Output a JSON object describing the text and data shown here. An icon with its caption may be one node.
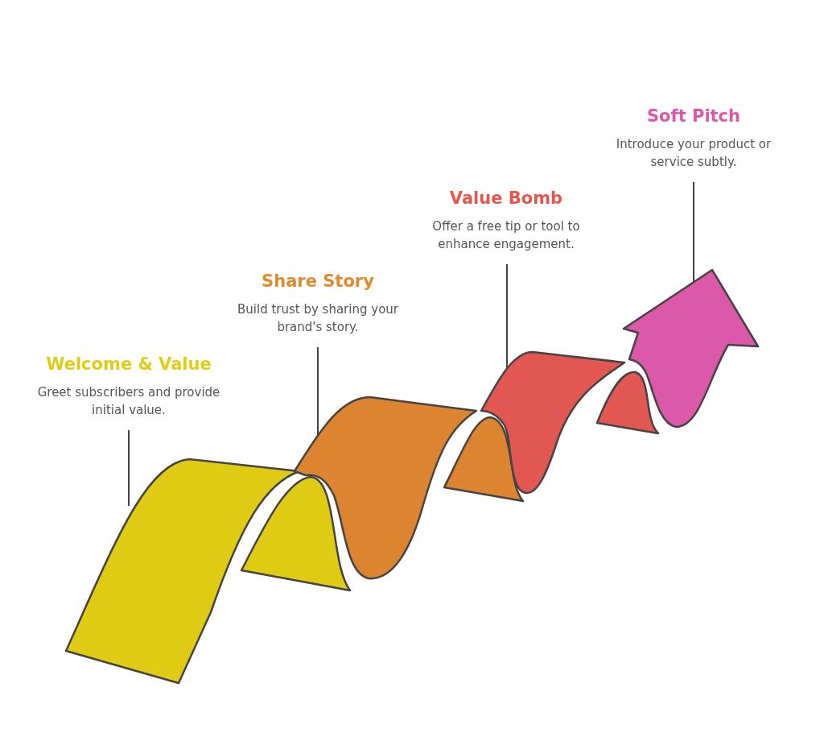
{
  "diagram": {
    "nodes": [
      {
        "text": [
          "Welcome & Value",
          "Greet subscribers and provide initial value."
        ]
      },
      {
        "text": [
          "Share Story",
          "Build trust by sharing your brand's story."
        ]
      },
      {
        "text": [
          "Value Bomb",
          "Offer a free tip or tool to enhance engagement."
        ]
      },
      {
        "text": [
          "Soft Pitch",
          "Introduce your product or service subtly."
        ]
      },
      {
        "text": [],
        "shape": "band"
      },
      {
        "text": [],
        "shape": "band"
      },
      {
        "text": [],
        "shape": "band"
      },
      {
        "text": [],
        "shape": "arrow"
      }
    ],
    "edges": [
      {
        "from": 0,
        "to": 4,
        "arrow": "none"
      },
      {
        "from": 1,
        "to": 5,
        "arrow": "none"
      },
      {
        "from": 2,
        "to": 6,
        "arrow": "none"
      },
      {
        "from": 3,
        "to": 7,
        "arrow": "none"
      }
    ]
  }
}
